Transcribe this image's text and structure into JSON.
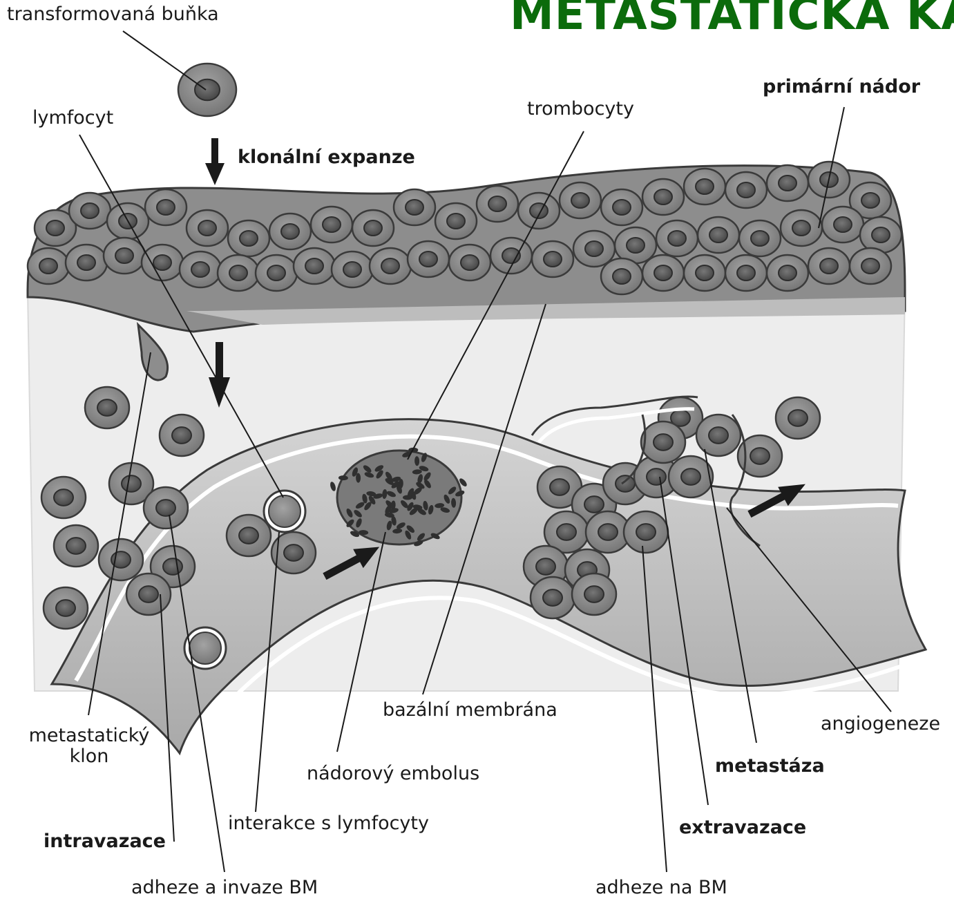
{
  "title": "METASTATICKÁ KA",
  "labels": {
    "transformed_cell": "transformovaná buňka",
    "lymphocyte": "lymfocyt",
    "clonal_expansion": "klonální expanze",
    "platelets": "trombocyty",
    "primary_tumor": "primární nádor",
    "metastatic_clone_1": "metastatický",
    "metastatic_clone_2": "klon",
    "basement_membrane": "bazální membrána",
    "angiogenesis": "angiogeneze",
    "tumor_embolus": "nádorový embolus",
    "metastasis": "metastáza",
    "lymphocyte_interaction": "interakce s lymfocyty",
    "extravasation": "extravazace",
    "intravasation": "intravazace",
    "adhesion_invasion_bm": "adheze a invaze BM",
    "adhesion_bm": "adheze na BM"
  },
  "colors": {
    "title": "#0b6b0b",
    "cell_fill": "#8c8c8c",
    "cell_outline": "#3a3a3a",
    "nucleus": "#555555",
    "stroma": "#ececec",
    "vessel": "#c8c8c8"
  }
}
